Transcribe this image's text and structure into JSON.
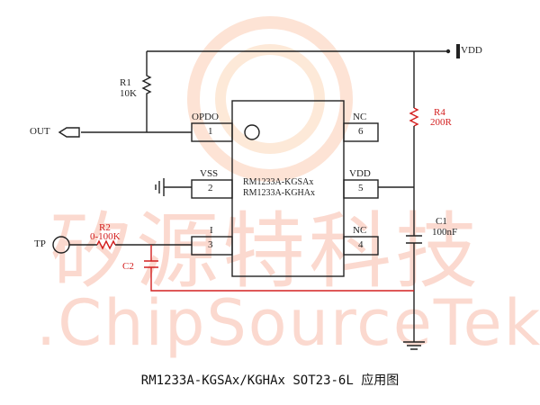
{
  "watermark": {
    "chinese": "矽源特科技",
    "latin": ".ChipSourceTek."
  },
  "labels": {
    "vdd_rail": "VDD",
    "r1_name": "R1",
    "r1_value": "10K",
    "out": "OUT",
    "r4_name": "R4",
    "r4_value": "200R",
    "c1_name": "C1",
    "c1_value": "100nF",
    "tp": "TP",
    "r2_name": "R2",
    "r2_value": "0-100K",
    "c2_name": "C2"
  },
  "chip": {
    "line1": "RM1233A-KGSAx",
    "line2": "RM1233A-KGHAx",
    "pins": [
      {
        "num": "1",
        "name": "OPDO"
      },
      {
        "num": "2",
        "name": "VSS"
      },
      {
        "num": "3",
        "name": "I"
      },
      {
        "num": "4",
        "name": "NC"
      },
      {
        "num": "5",
        "name": "VDD"
      },
      {
        "num": "6",
        "name": "NC"
      }
    ]
  },
  "caption": "RM1233A-KGSAx/KGHAx SOT23-6L 应用图",
  "colors": {
    "wire": "#222222",
    "red": "#d32020",
    "watermark": "#fbd9cf"
  }
}
